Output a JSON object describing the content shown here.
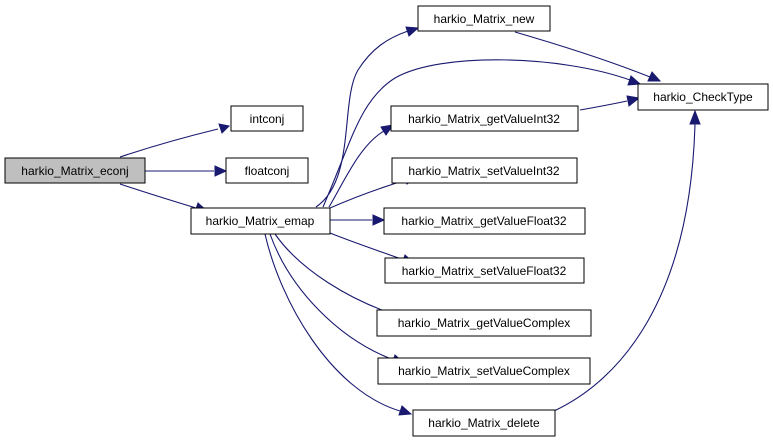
{
  "diagram": {
    "colors": {
      "edge": "#191970",
      "node_border": "#000000",
      "node_fill": "#ffffff",
      "root_fill": "#bfbfbf"
    },
    "nodes": {
      "econj": "harkio_Matrix_econj",
      "intconj": "intconj",
      "floatconj": "floatconj",
      "emap": "harkio_Matrix_emap",
      "new": "harkio_Matrix_new",
      "checktype": "harkio_CheckType",
      "getint32": "harkio_Matrix_getValueInt32",
      "setint32": "harkio_Matrix_setValueInt32",
      "getfloat32": "harkio_Matrix_getValueFloat32",
      "setfloat32": "harkio_Matrix_setValueFloat32",
      "getcomplex": "harkio_Matrix_getValueComplex",
      "setcomplex": "harkio_Matrix_setValueComplex",
      "delete": "harkio_Matrix_delete"
    },
    "edges": [
      {
        "from": "econj",
        "to": "intconj"
      },
      {
        "from": "econj",
        "to": "floatconj"
      },
      {
        "from": "econj",
        "to": "emap"
      },
      {
        "from": "emap",
        "to": "new"
      },
      {
        "from": "emap",
        "to": "checktype"
      },
      {
        "from": "emap",
        "to": "getint32"
      },
      {
        "from": "emap",
        "to": "setint32"
      },
      {
        "from": "emap",
        "to": "getfloat32"
      },
      {
        "from": "emap",
        "to": "setfloat32"
      },
      {
        "from": "emap",
        "to": "getcomplex"
      },
      {
        "from": "emap",
        "to": "setcomplex"
      },
      {
        "from": "emap",
        "to": "delete"
      },
      {
        "from": "new",
        "to": "checktype"
      },
      {
        "from": "getint32",
        "to": "checktype"
      },
      {
        "from": "delete",
        "to": "checktype"
      }
    ]
  }
}
